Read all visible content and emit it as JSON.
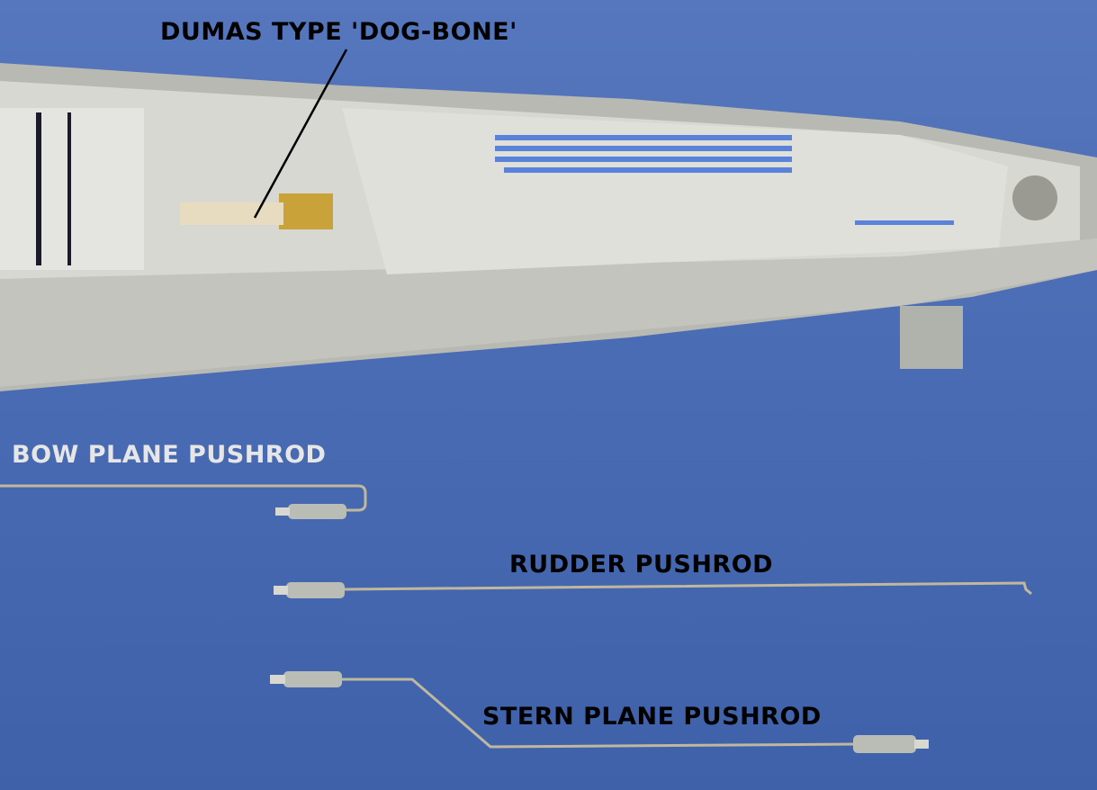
{
  "labels": {
    "dog_bone": "DUMAS TYPE 'DOG-BONE'",
    "bow_plane": "BOW PLANE PUSHROD",
    "rudder": "RUDDER PUSHROD",
    "stern_plane": "STERN PLANE PUSHROD"
  },
  "colors": {
    "background": "#4a6cb4",
    "hull": "#c9c9c4",
    "rod": "#b8b09a",
    "sleeve": "#b9bdb6",
    "label_dark": "#000000",
    "label_light": "#e6e6e6"
  }
}
